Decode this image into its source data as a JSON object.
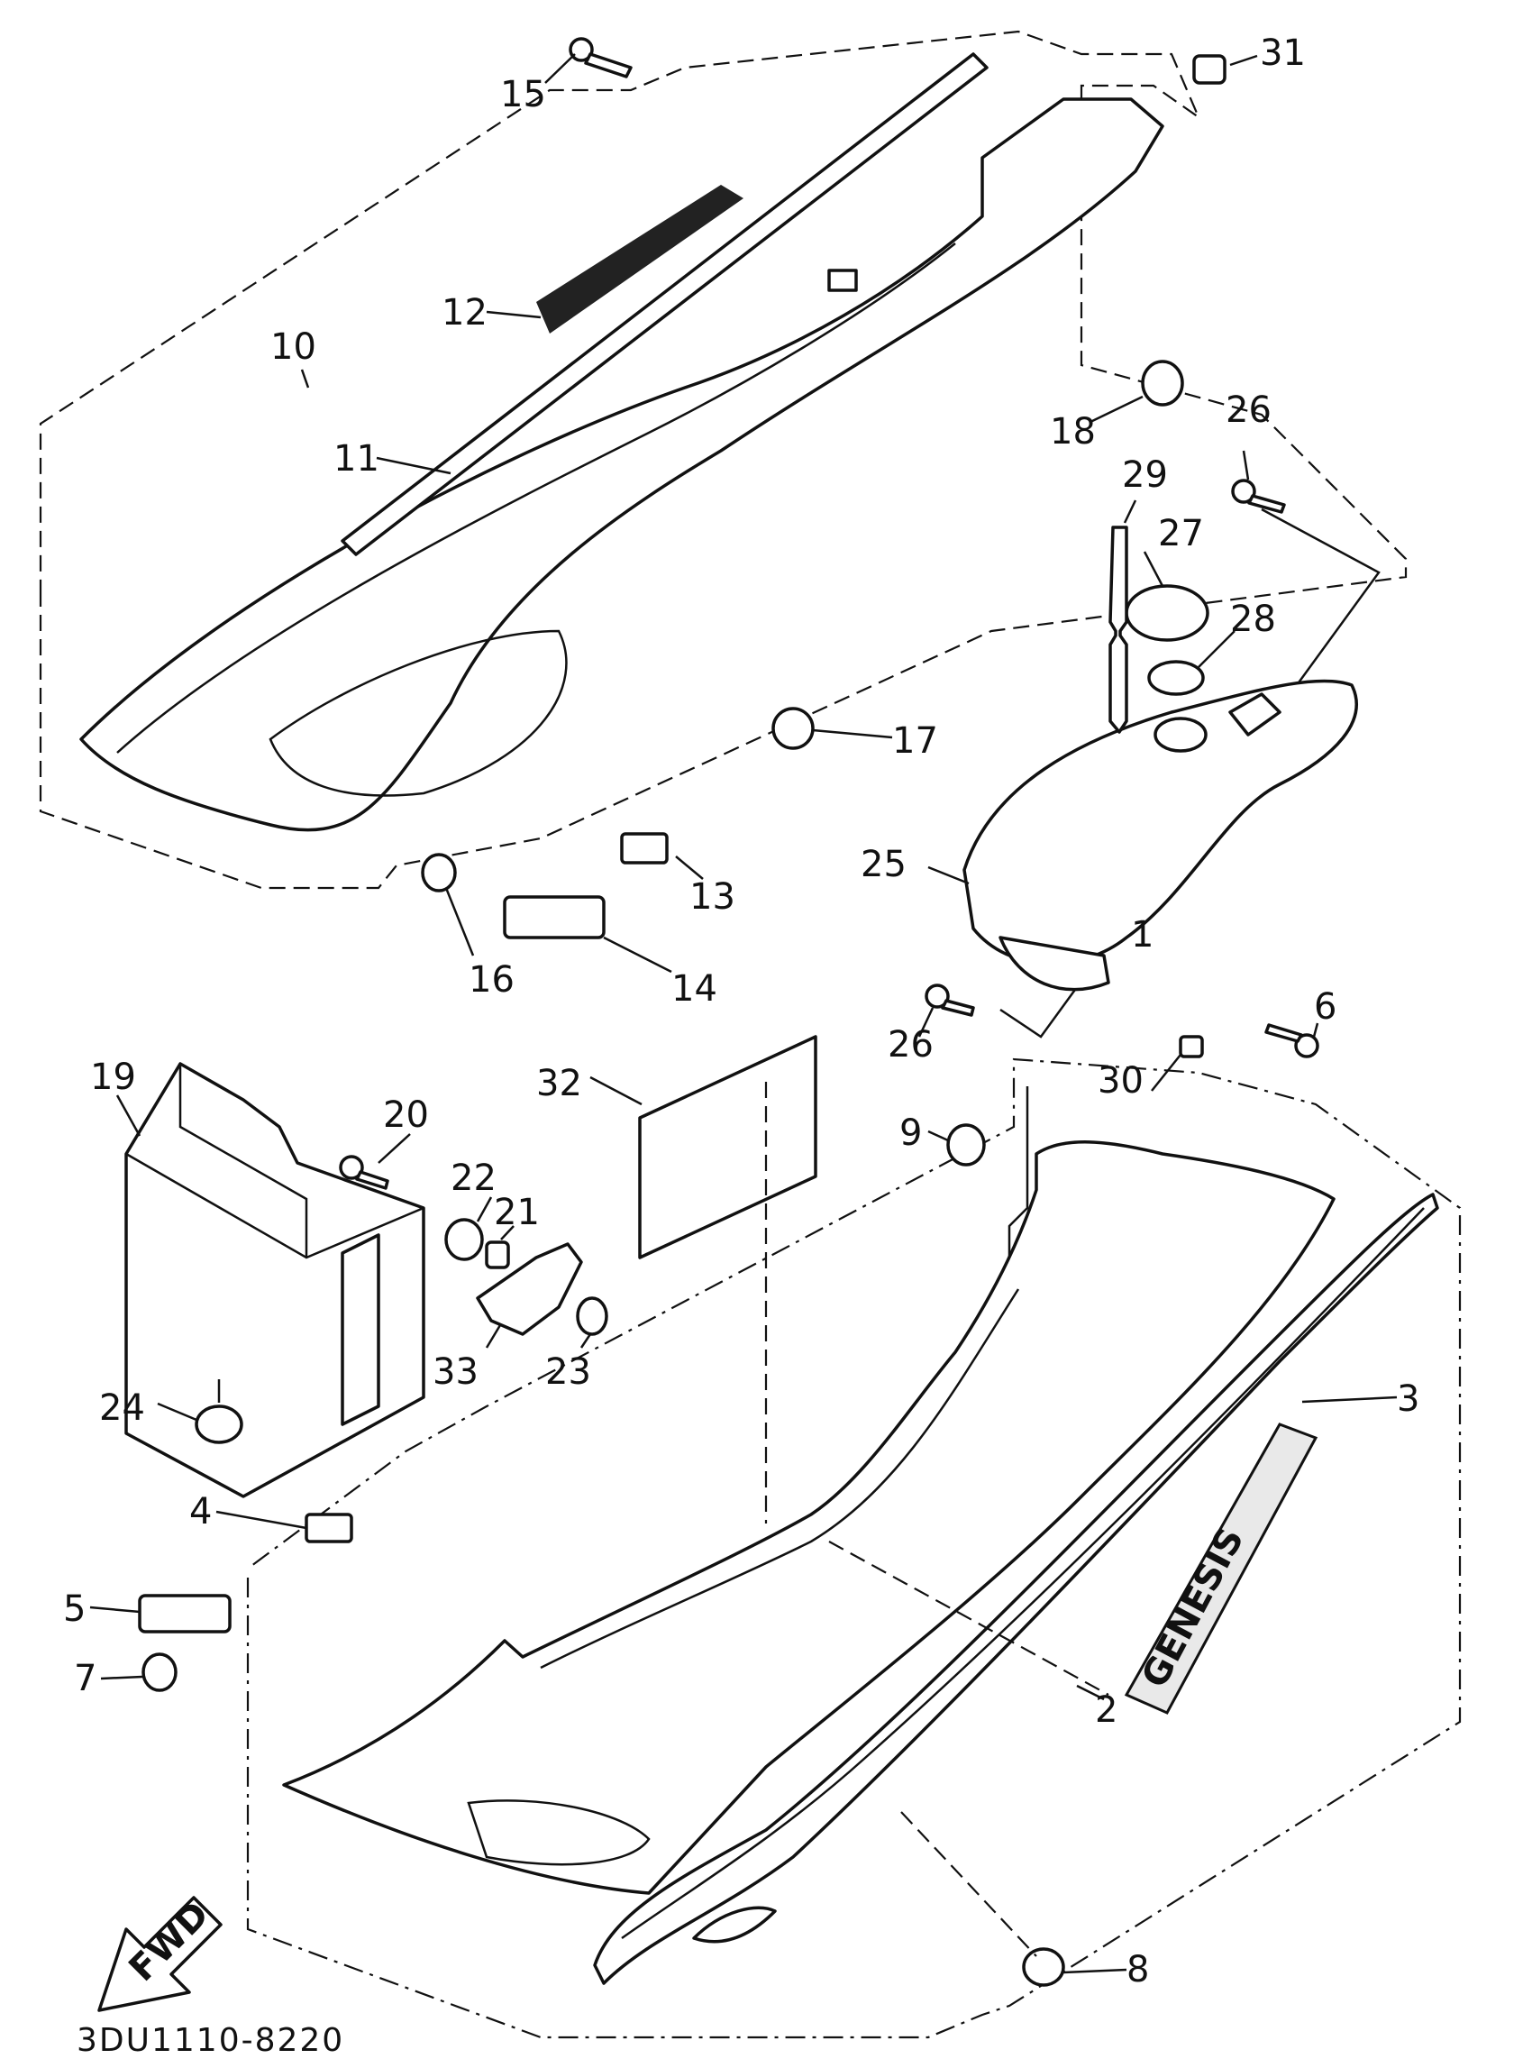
{
  "diagram": {
    "callouts": [
      "1",
      "2",
      "3",
      "4",
      "5",
      "6",
      "7",
      "8",
      "9",
      "10",
      "11",
      "12",
      "13",
      "14",
      "15",
      "16",
      "17",
      "18",
      "19",
      "20",
      "21",
      "22",
      "23",
      "24",
      "25",
      "26",
      "26",
      "27",
      "28",
      "29",
      "30",
      "31",
      "32",
      "33"
    ],
    "logo_text": "GENESIS",
    "fwd_text": "FWD",
    "drawing_code": "3DU1110-8220"
  }
}
